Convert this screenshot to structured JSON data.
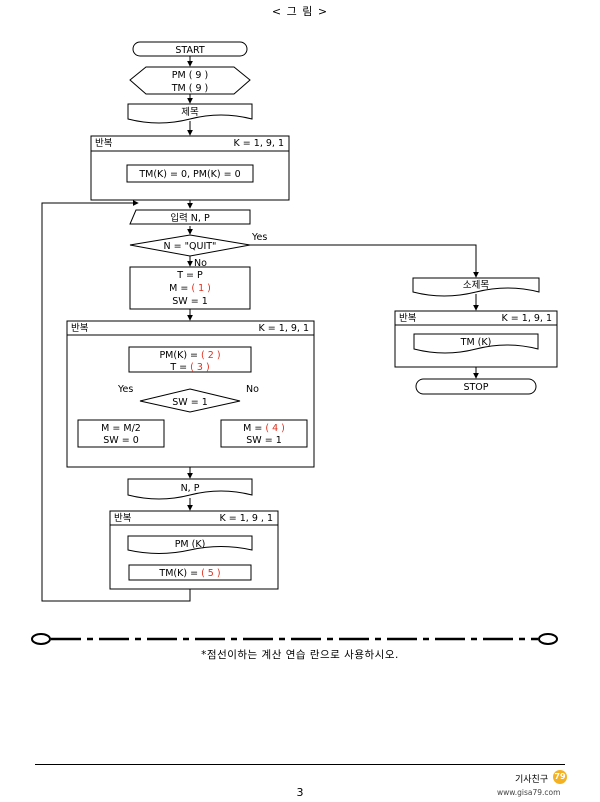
{
  "header": {
    "title": "< 그 림 >"
  },
  "flowchart": {
    "start": "START",
    "prep": [
      "PM ( 9 )",
      "TM ( 9 )"
    ],
    "title_out": "제목",
    "loop1": {
      "label": "반복",
      "range": "K = 1, 9, 1",
      "body": "TM(K) = 0, PM(K) = 0"
    },
    "input": "입력 N, P",
    "decision": "N = \"QUIT\"",
    "yes": "Yes",
    "no": "No",
    "assign": {
      "line1": "T = P",
      "line2_prefix": "M = ",
      "line2_blank": "( 1 )",
      "line3": "SW = 1"
    },
    "loop2": {
      "label": "반복",
      "range": "K = 1, 9, 1",
      "pm_prefix": "PM(K) = ",
      "pm_blank": "( 2 )",
      "t_prefix": "T = ",
      "t_blank": "( 3 )",
      "decision": "SW = 1",
      "yes": "Yes",
      "no": "No",
      "left_line1": "M = M/2",
      "left_line2": "SW = 0",
      "right_prefix": "M = ",
      "right_blank": "( 4 )",
      "right_line2": "SW = 1"
    },
    "output_np": "N, P",
    "loop3": {
      "label": "반복",
      "range": "K = 1, 9 , 1",
      "out_pm": "PM (K)",
      "tm_prefix": "TM(K) = ",
      "tm_blank": "( 5 )"
    },
    "subtitle": "소제목",
    "loop4": {
      "label": "반복",
      "range": "K = 1, 9, 1",
      "out_tm": "TM (K)"
    },
    "stop": "STOP"
  },
  "note": "*점선이하는 계산 연습 란으로 사용하시오.",
  "footer": {
    "page_number": "3",
    "logo_text": "기사친구",
    "logo_badge": "79",
    "logo_url": "www.gisa79.com"
  }
}
